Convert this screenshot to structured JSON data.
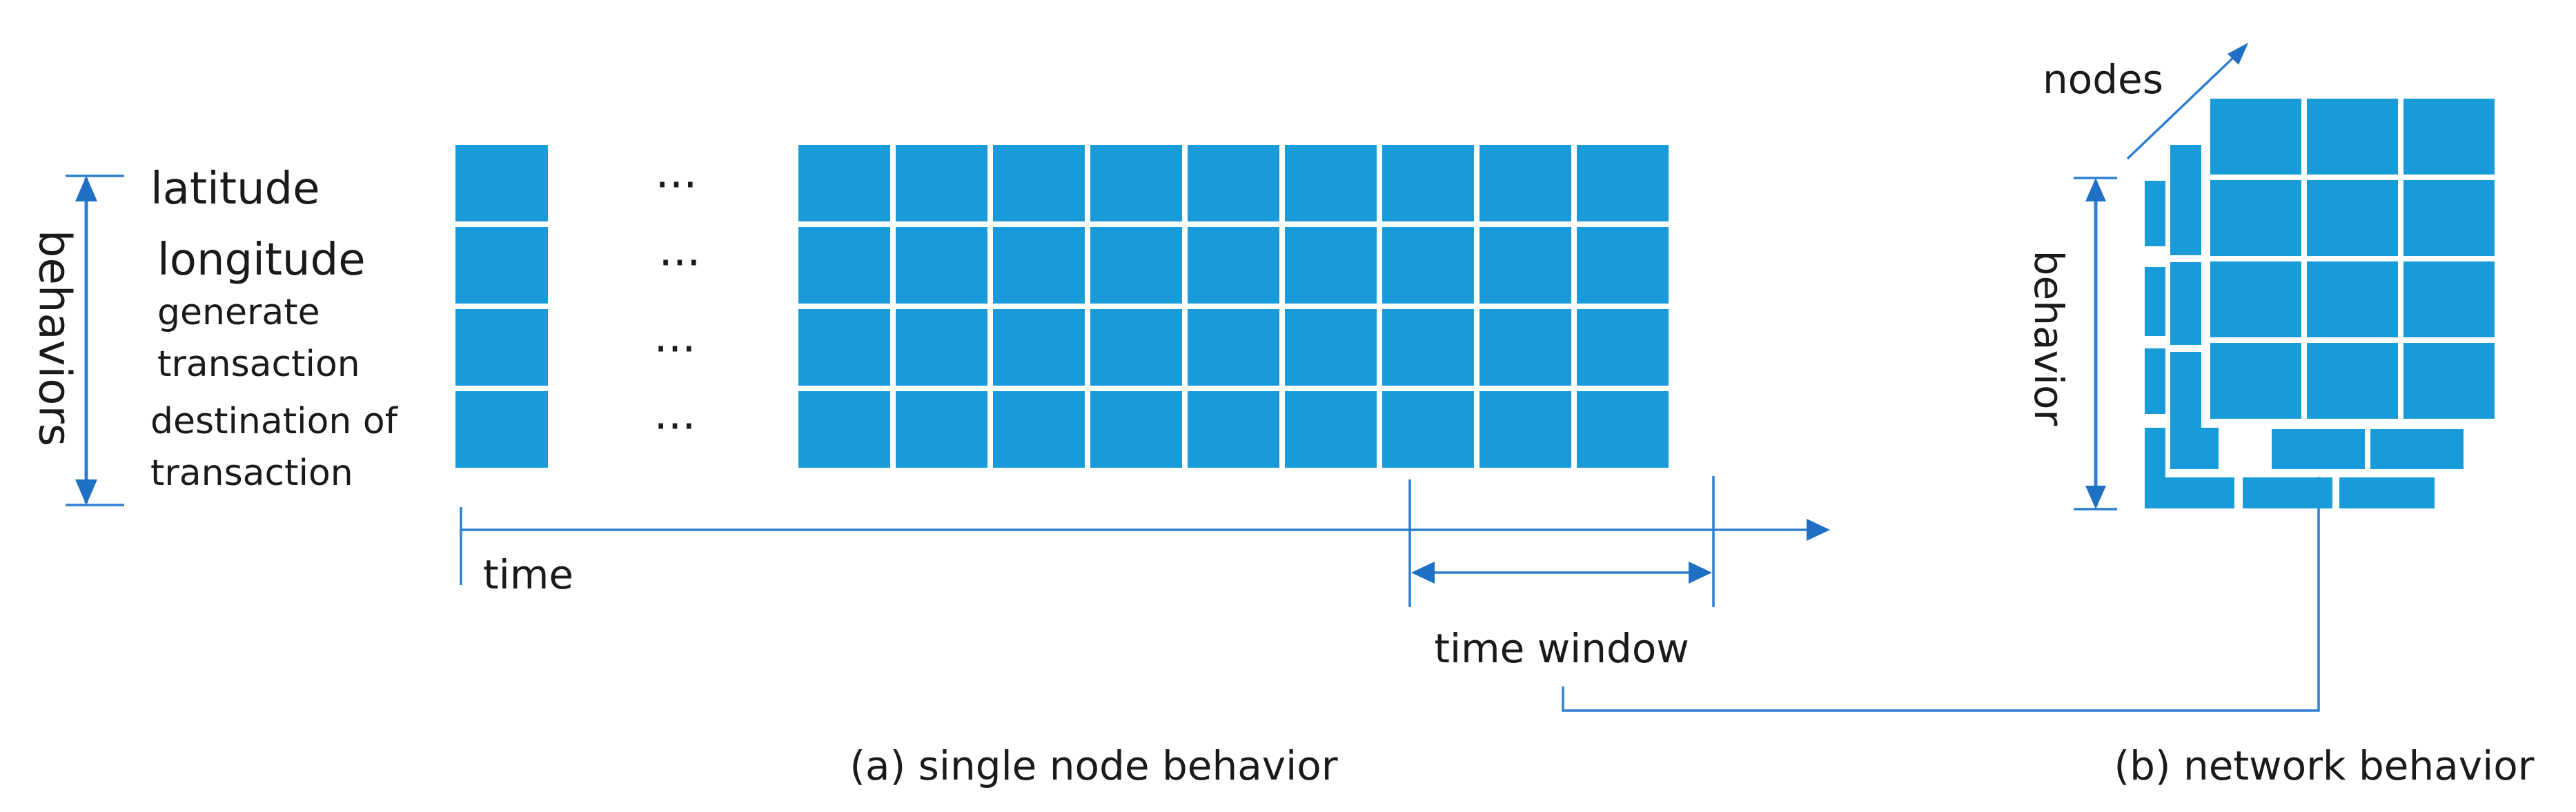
{
  "colors": {
    "cell": "#1a9bd9",
    "line": "#2e7fd1",
    "arrowhead": "#1f6fc4",
    "text": "#1a1a1a"
  },
  "left_axis_label": "behaviors",
  "behavior_labels": [
    "latitude",
    "longitude",
    "generate",
    "transaction",
    "destination of",
    "transaction"
  ],
  "ellipsis": "···",
  "time_label": "time",
  "time_window_label": "time window",
  "caption_a": "(a) single node behavior",
  "caption_b": "(b) network behavior",
  "nodes_label": "nodes",
  "behavior_label": "behavior"
}
